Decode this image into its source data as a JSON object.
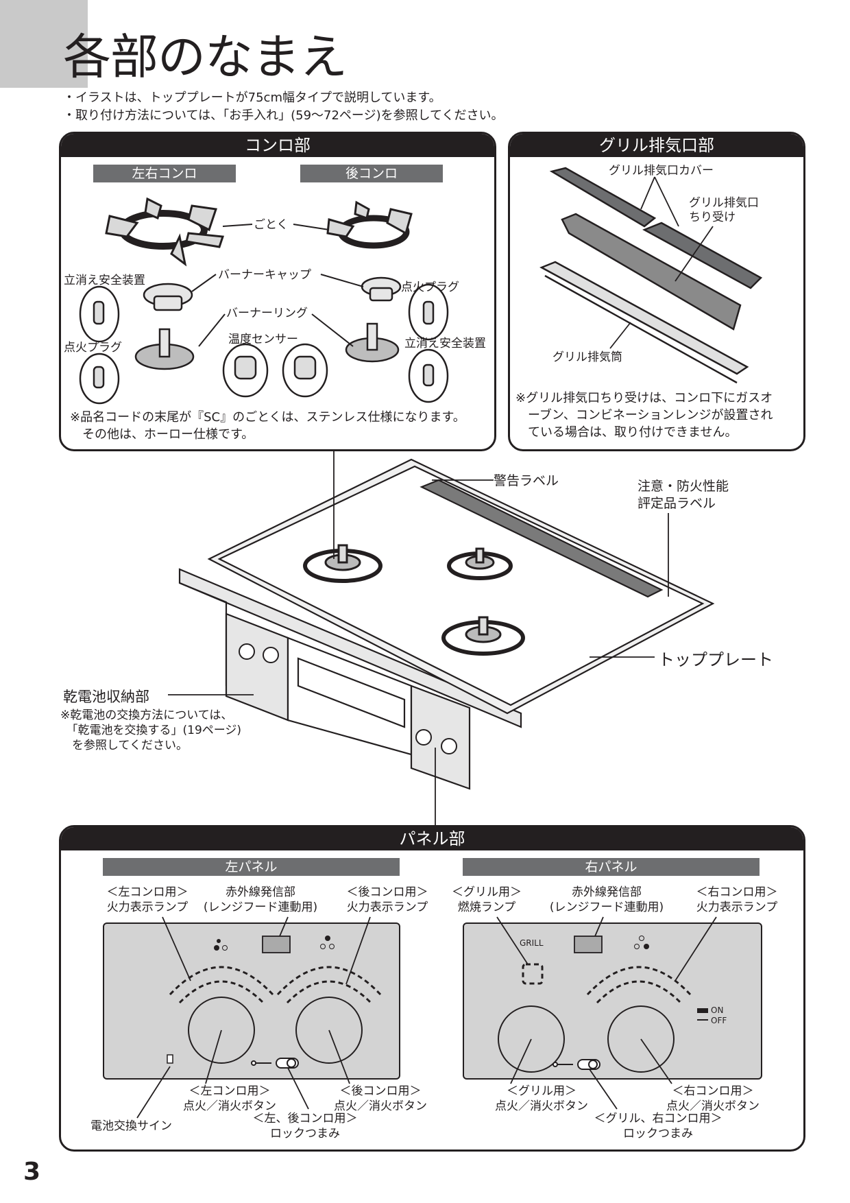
{
  "page": {
    "title": "各部のなまえ",
    "notes": [
      "・イラストは、トッププレートが75cm幅タイプで説明しています。",
      "・取り付け方法については、「お手入れ」(59〜72ページ)を参照してください。"
    ],
    "page_number": "3"
  },
  "konro": {
    "header": "コンロ部",
    "tab_left_right": "左右コンロ",
    "tab_rear": "後コンロ",
    "gotoku": "ごとく",
    "burner_cap": "バーナーキャップ",
    "burner_ring": "バーナーリング",
    "tachigie_left": "立消え安全装置",
    "tachigie_right": "立消え安全装置",
    "tenka_plug_left": "点火プラグ",
    "tenka_plug_right": "点火プラグ",
    "temp_sensor": "温度センサー",
    "note": "※品名コードの末尾が『SC』のごとくは、ステンレス仕様になります。\n　その他は、ホーロー仕様です。"
  },
  "grill": {
    "header": "グリル排気口部",
    "cover": "グリル排気口カバー",
    "dust_tray": "グリル排気口\nちり受け",
    "exhaust_tube": "グリル排気筒",
    "note": "※グリル排気口ちり受けは、コンロ下にガスオ\n　ーブン、コンビネーションレンジが設置され\n　ている場合は、取り付けできません。"
  },
  "main": {
    "warning_label": "警告ラベル",
    "caution_label": "注意・防火性能\n評定品ラベル",
    "top_plate": "トッププレート",
    "battery_storage": "乾電池収納部",
    "battery_note": "※乾電池の交換方法については、\n　「乾電池を交換する」(19ページ)\n　を参照してください。"
  },
  "panel": {
    "header": "パネル部",
    "left_panel": "左パネル",
    "right_panel": "右パネル",
    "left": {
      "lamp_left": "＜左コンロ用＞\n火力表示ランプ",
      "infrared": "赤外線発信部\n(レンジフード連動用)",
      "lamp_rear": "＜後コンロ用＞\n火力表示ランプ",
      "btn_left": "＜左コンロ用＞\n点火／消火ボタン",
      "btn_rear": "＜後コンロ用＞\n点火／消火ボタン",
      "battery_sign": "電池交換サイン",
      "lock": "＜左、後コンロ用＞\nロックつまみ"
    },
    "right": {
      "grill_lamp": "＜グリル用＞\n燃焼ランプ",
      "infrared": "赤外線発信部\n(レンジフード連動用)",
      "lamp_right": "＜右コンロ用＞\n火力表示ランプ",
      "btn_grill": "＜グリル用＞\n点火／消火ボタン",
      "btn_right": "＜右コンロ用＞\n点火／消火ボタン",
      "lock": "＜グリル、右コンロ用＞\nロックつまみ",
      "grill_text": "GRILL",
      "on_text": "ON",
      "off_text": "OFF"
    }
  },
  "icons": [
    "gotoku-icon",
    "burner-cap-icon",
    "burner-ring-icon",
    "sensor-detail-icon",
    "grill-cover-icon",
    "cooktop-illustration",
    "knob-icon",
    "lamp-icon",
    "lock-knob-icon"
  ]
}
